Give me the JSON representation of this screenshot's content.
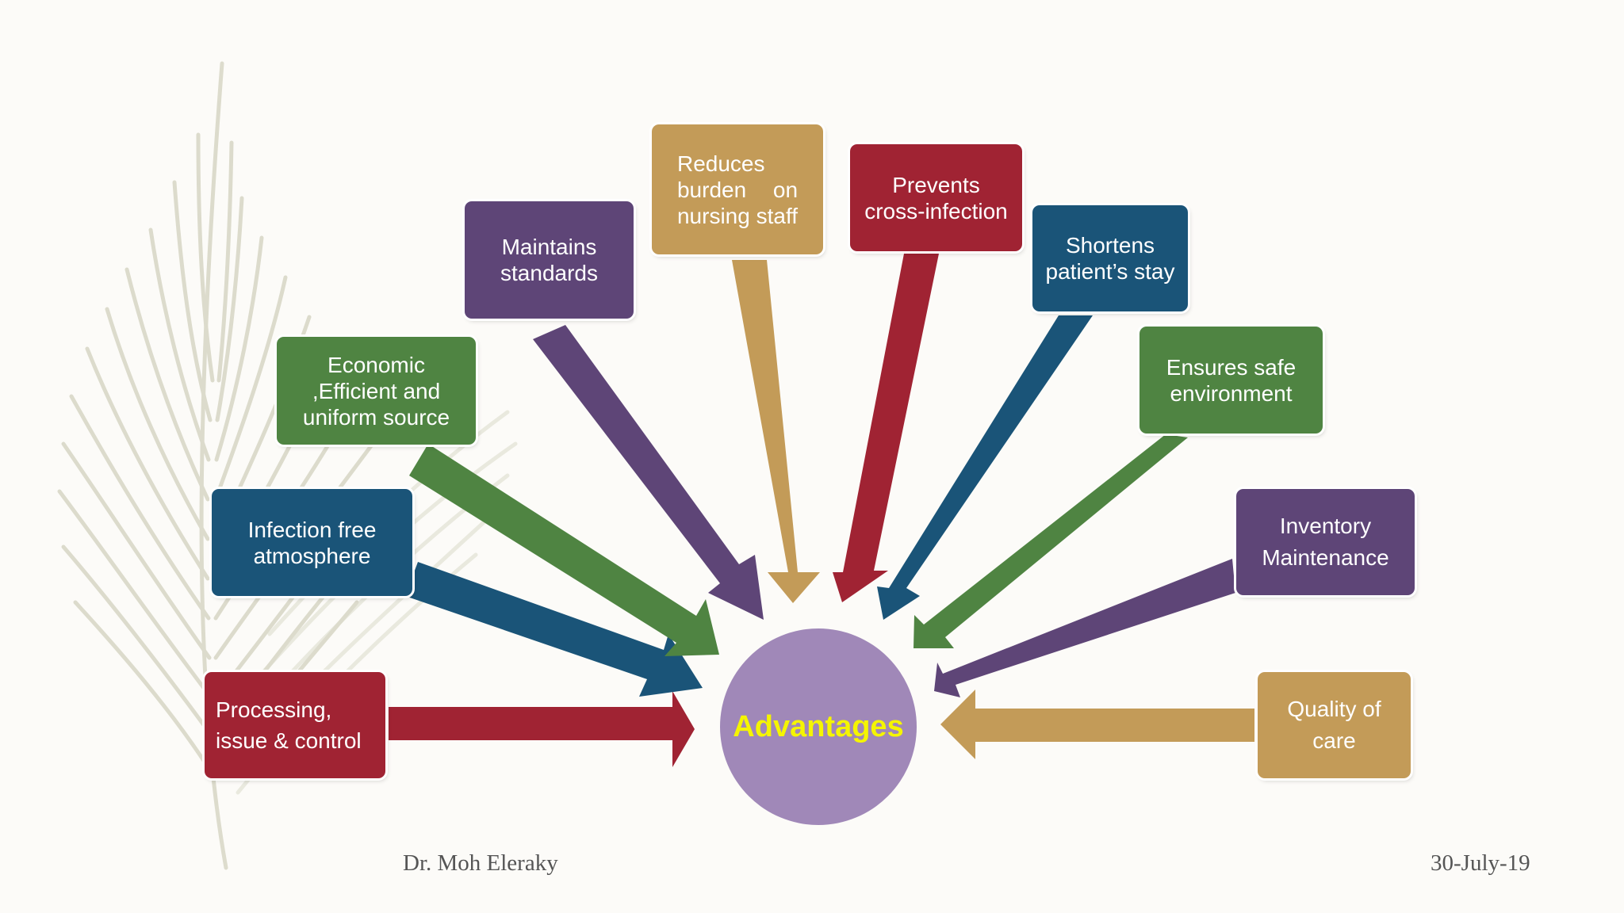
{
  "center": {
    "label": "Advantages",
    "color": "#a088b8",
    "label_color": "#f5f500"
  },
  "nodes": [
    {
      "id": "processing",
      "label": "Processing,\nissue & control",
      "color": "#a02333"
    },
    {
      "id": "infection-free",
      "label": "Infection free\natmosphere",
      "color": "#1a5478"
    },
    {
      "id": "economic",
      "label": "Economic\n,Efficient and\nuniform source",
      "color": "#4f8442"
    },
    {
      "id": "maintains",
      "label": "Maintains\nstandards",
      "color": "#5e4577"
    },
    {
      "id": "reduces-burden",
      "label": "Reduces\nburden on\nnursing staff",
      "color": "#c39b58"
    },
    {
      "id": "prevents",
      "label": "Prevents\ncross-infection",
      "color": "#a02333"
    },
    {
      "id": "shortens",
      "label": "Shortens\npatient’s stay",
      "color": "#1a5478"
    },
    {
      "id": "ensures-safe",
      "label": "Ensures safe\nenvironment",
      "color": "#4f8442"
    },
    {
      "id": "inventory",
      "label": "Inventory\nMaintenance",
      "color": "#5e4577"
    },
    {
      "id": "quality",
      "label": "Quality of\ncare",
      "color": "#c39b58"
    }
  ],
  "footer": {
    "author": "Dr. Moh Eleraky",
    "date": "30-July-19"
  }
}
